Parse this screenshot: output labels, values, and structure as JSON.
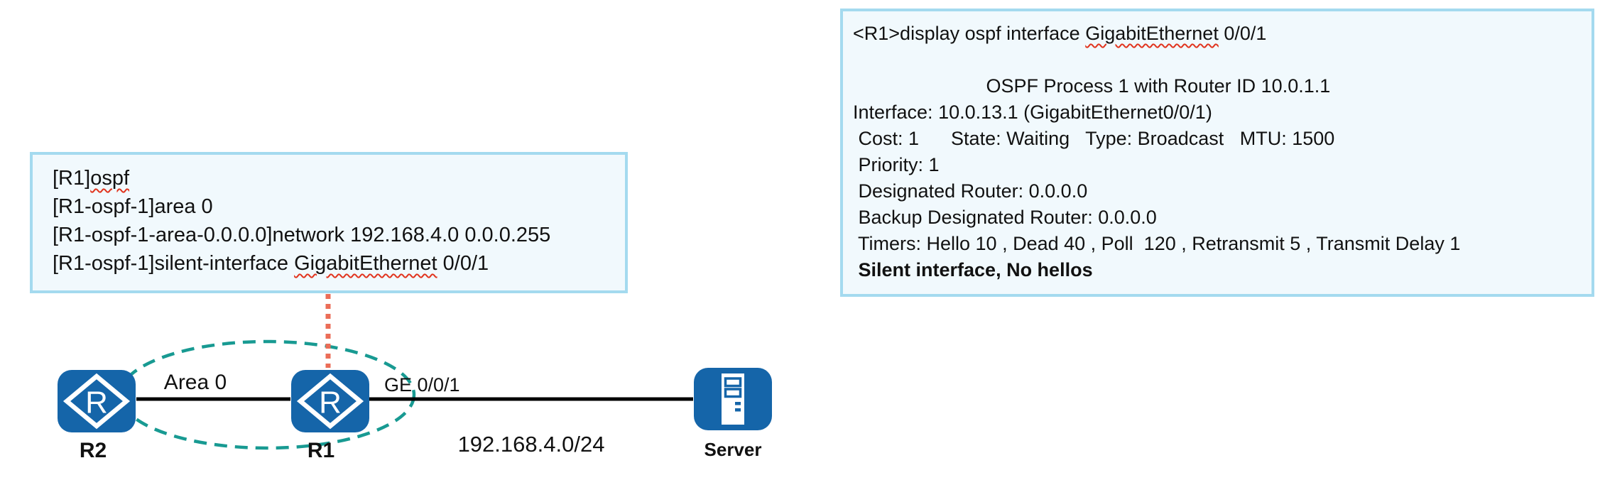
{
  "colors": {
    "box_border": "#A4DAEF",
    "box_bg": "#F1F9FD",
    "router_blue": "#1565A9",
    "teal": "#189A92",
    "salmon": "#EB6D57",
    "link_black": "#000000",
    "squiggle_red": "#E1341E"
  },
  "config_box": {
    "line1_prefix": "[R1]",
    "line1_wavy": "ospf",
    "line2": "[R1-ospf-1]area 0",
    "line3": "[R1-ospf-1-area-0.0.0.0]network 192.168.4.0 0.0.0.255",
    "line4_prefix": "[R1-ospf-1]silent-interface ",
    "line4_wavy": "GigabitEthernet",
    "line4_suffix": " 0/0/1"
  },
  "output_box": {
    "cmd_prefix": "<R1>display ospf interface ",
    "cmd_wavy": "GigabitEthernet",
    "cmd_suffix": " 0/0/1",
    "blank": " ",
    "line_process": "                         OSPF Process 1 with Router ID 10.0.1.1",
    "line_interface": "Interface: 10.0.13.1 (GigabitEthernet0/0/1)",
    "line_cost": " Cost: 1      State: Waiting   Type: Broadcast   MTU: 1500",
    "line_priority": " Priority: 1",
    "line_dr": " Designated Router: 0.0.0.0",
    "line_bdr": " Backup Designated Router: 0.0.0.0",
    "line_timers": " Timers: Hello 10 , Dead 40 , Poll  120 , Retransmit 5 , Transmit Delay 1",
    "line_silent": " Silent interface, No hellos"
  },
  "topology": {
    "router_letter": "R",
    "router2_label": "R2",
    "router1_label": "R1",
    "server_label": "Server",
    "area_label": "Area 0",
    "ge_label": "GE 0/0/1",
    "network_label": "192.168.4.0/24"
  }
}
